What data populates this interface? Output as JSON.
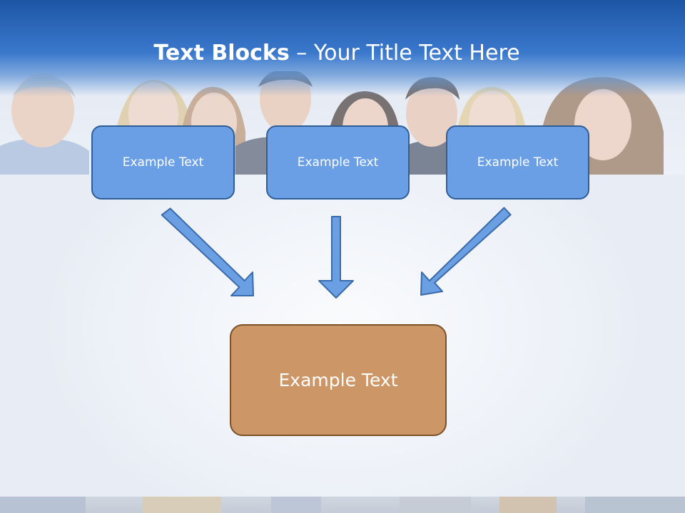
{
  "slide": {
    "title_bold": "Text Blocks",
    "title_dash": " – ",
    "title_rest": "Your Title Text Here"
  },
  "boxes": {
    "top": [
      "Example Text",
      "Example Text",
      "Example Text"
    ],
    "bottom": "Example Text"
  },
  "colors": {
    "header": "#2a66b8",
    "top_box_fill": "#6a9fe6",
    "top_box_border": "#2f5e98",
    "arrow_fill": "#6b9fe4",
    "arrow_stroke": "#3a6aa8",
    "bottom_box_fill": "#cc9666",
    "bottom_box_border": "#7a5128"
  }
}
